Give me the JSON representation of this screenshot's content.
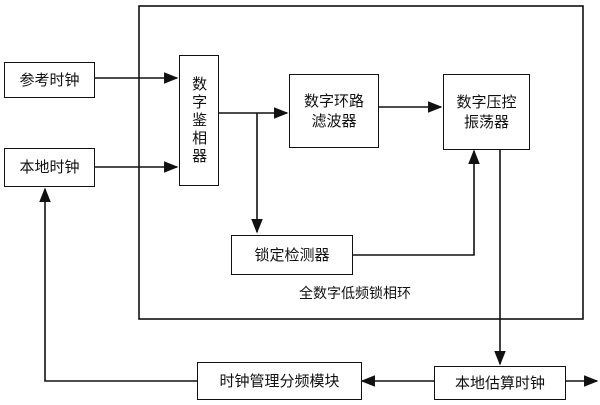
{
  "diagram": {
    "container_label": "全数字低频锁相环",
    "blocks": {
      "ref_clock": "参考时钟",
      "local_clock": "本地时钟",
      "phase_detector": "数字鉴相器",
      "loop_filter": "数字环路\n滤波器",
      "dco": "数字压控\n振荡器",
      "lock_detector": "锁定检测器",
      "clock_mgmt": "时钟管理分频模块",
      "local_estimate_clock": "本地估算时钟"
    }
  }
}
